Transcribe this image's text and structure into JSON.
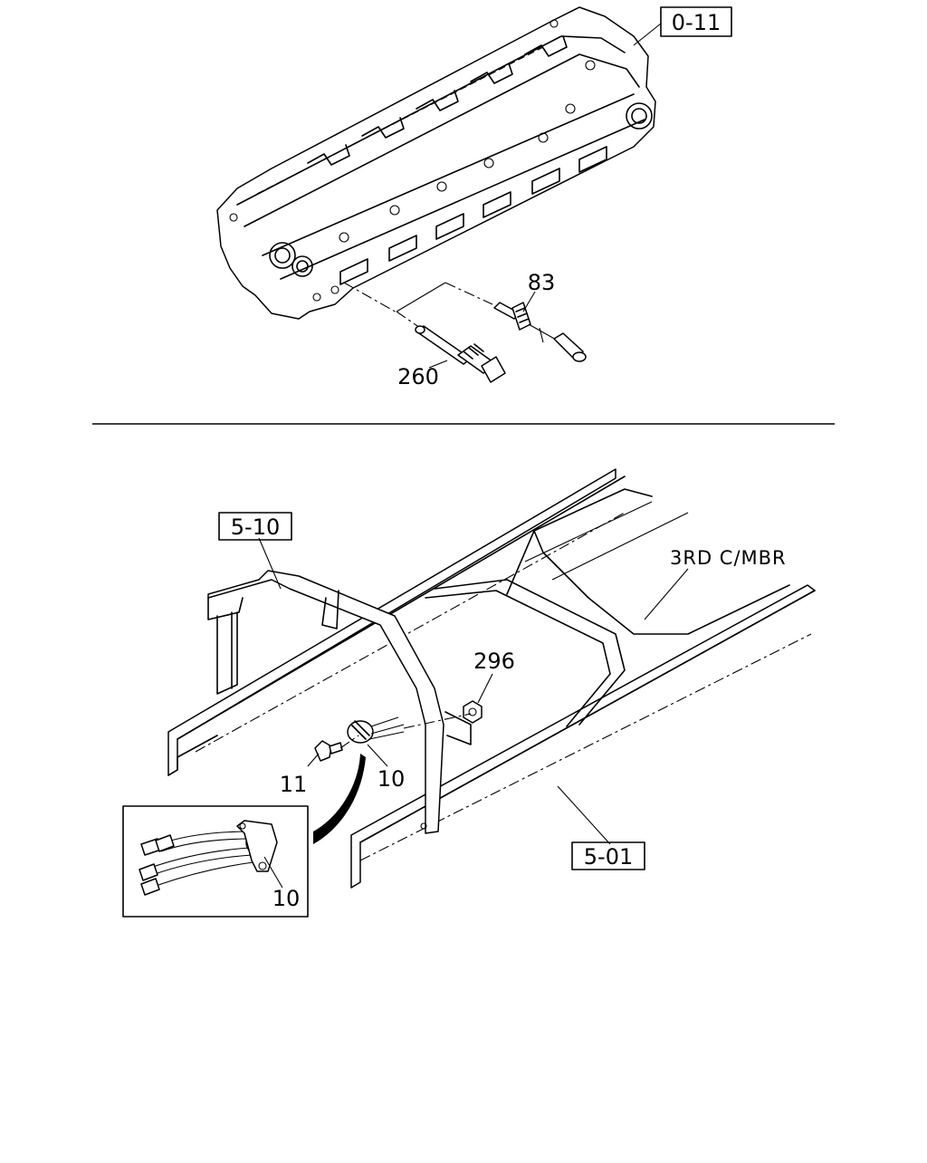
{
  "upper": {
    "ref_box": "0-11",
    "callouts": {
      "a": "83",
      "b": "260"
    }
  },
  "lower": {
    "ref_box_left": "5-10",
    "ref_box_bottom": "5-01",
    "note": "3RD C/MBR",
    "callouts": {
      "a": "296",
      "b": "11",
      "c": "10"
    },
    "inset_callout": "10"
  }
}
